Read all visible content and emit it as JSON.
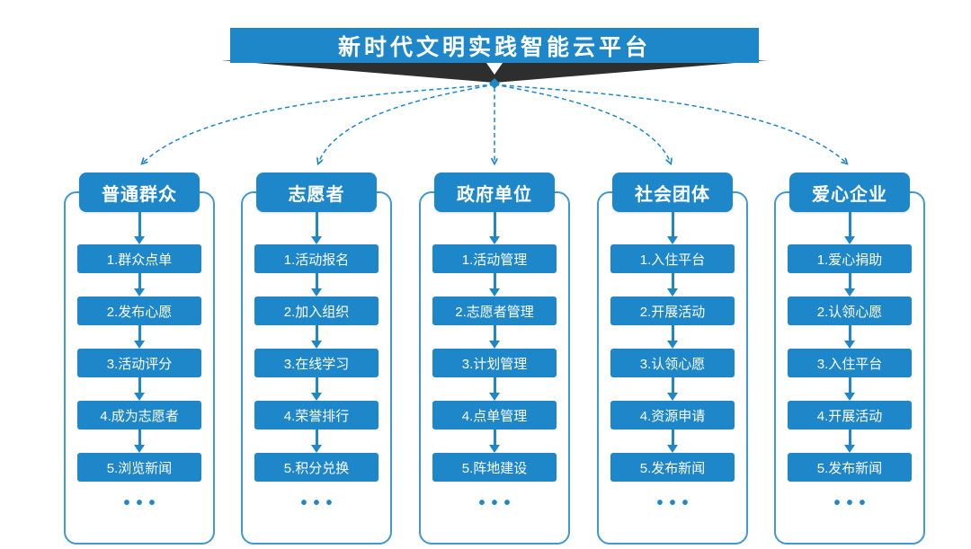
{
  "title": {
    "text": "新时代文明实践智能云平台"
  },
  "colors": {
    "primary_blue": "#1d87c9",
    "frame_border": "#4199cf",
    "ribbon_dark": "#2e2e2e",
    "background": "#ffffff",
    "text_on_blue": "#ffffff"
  },
  "connector": {
    "type": "dashed-fan",
    "origin_icon": "diamond-dot",
    "banner_pointer_icon": "chevron-down"
  },
  "columns": [
    {
      "header": "普通群众",
      "items": [
        "1.群众点单",
        "2.发布心愿",
        "3.活动评分",
        "4.成为志愿者",
        "5.浏览新闻"
      ],
      "ellipsis": "•••"
    },
    {
      "header": "志愿者",
      "items": [
        "1.活动报名",
        "2.加入组织",
        "3.在线学习",
        "4.荣誉排行",
        "5.积分兑换"
      ],
      "ellipsis": "•••"
    },
    {
      "header": "政府单位",
      "items": [
        "1.活动管理",
        "2.志愿者管理",
        "3.计划管理",
        "4.点单管理",
        "5.阵地建设"
      ],
      "ellipsis": "•••"
    },
    {
      "header": "社会团体",
      "items": [
        "1.入住平台",
        "2.开展活动",
        "3.认领心愿",
        "4.资源申请",
        "5.发布新闻"
      ],
      "ellipsis": "•••"
    },
    {
      "header": "爱心企业",
      "items": [
        "1.爱心捐助",
        "2.认领心愿",
        "3.入住平台",
        "4.开展活动",
        "5.发布新闻"
      ],
      "ellipsis": "•••"
    }
  ]
}
